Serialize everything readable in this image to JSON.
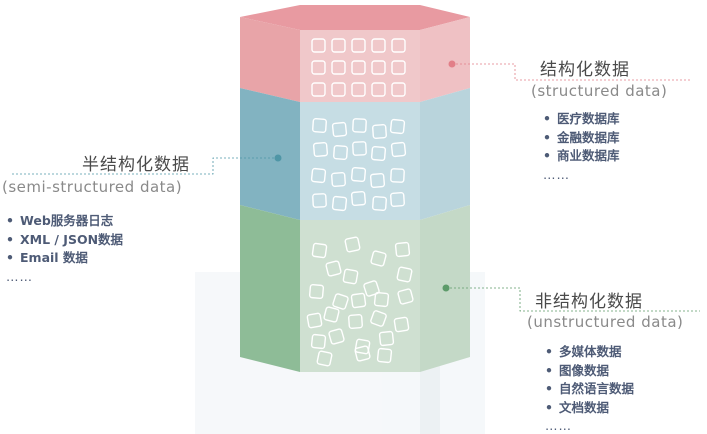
{
  "structured": {
    "title": "结构化数据",
    "subtitle": "(structured data)",
    "items": [
      "医疗数据库",
      "金融数据库",
      "商业数据库"
    ],
    "more": "……"
  },
  "semi_structured": {
    "title": "半结构化数据",
    "subtitle": "(semi-structured data)",
    "items": [
      "Web服务器日志",
      "XML / JSON数据",
      "Email 数据"
    ],
    "more": "……"
  },
  "unstructured": {
    "title": "非结构化数据",
    "subtitle": "(unstructured data)",
    "items": [
      "多媒体数据",
      "图像数据",
      "自然语言数据",
      "文档数据"
    ],
    "more": "……"
  },
  "colors": {
    "structured_front": "#f1cfd0",
    "structured_side": "#e4a1a6",
    "semi_front": "#c9dfe6",
    "semi_side": "#80b2c2",
    "unstructured_front": "#cfdfd0",
    "unstructured_side": "#8fbd98",
    "connector_semi": "#4f96a6",
    "connector_structured": "#e27f88",
    "connector_unstructured": "#5d9b6a"
  }
}
